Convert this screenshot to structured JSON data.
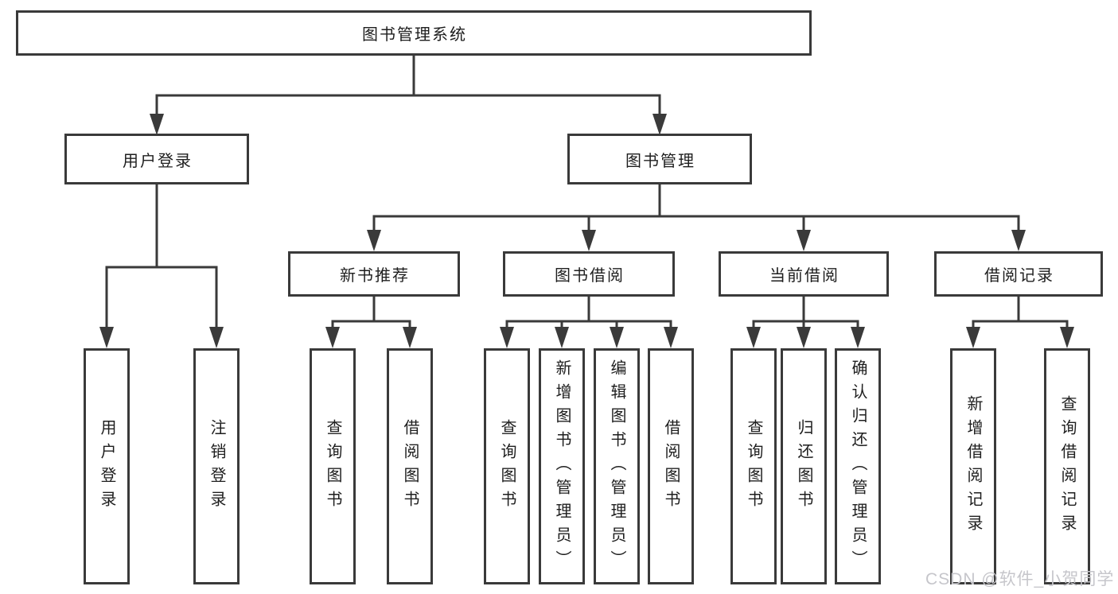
{
  "tree": {
    "label": "图书管理系统",
    "children": [
      {
        "label": "用户登录",
        "children": [
          {
            "label": "用户登录"
          },
          {
            "label": "注销登录"
          }
        ]
      },
      {
        "label": "图书管理",
        "children": [
          {
            "label": "新书推荐",
            "children": [
              {
                "label": "查询图书"
              },
              {
                "label": "借阅图书"
              }
            ]
          },
          {
            "label": "图书借阅",
            "children": [
              {
                "label": "查询图书"
              },
              {
                "label": "新增图书（管理员）"
              },
              {
                "label": "编辑图书（管理员）"
              },
              {
                "label": "借阅图书"
              }
            ]
          },
          {
            "label": "当前借阅",
            "children": [
              {
                "label": "查询图书"
              },
              {
                "label": "归还图书"
              },
              {
                "label": "确认归还（管理员）"
              }
            ]
          },
          {
            "label": "借阅记录",
            "children": [
              {
                "label": "新增借阅记录"
              },
              {
                "label": "查询借阅记录"
              }
            ]
          }
        ]
      }
    ]
  },
  "watermark": {
    "text": "CSDN @软件_小贺同学"
  },
  "colors": {
    "line": "#3a3a3a",
    "text": "#1e1e1e",
    "background": "#ffffff",
    "watermark": "#c6c6cb"
  }
}
